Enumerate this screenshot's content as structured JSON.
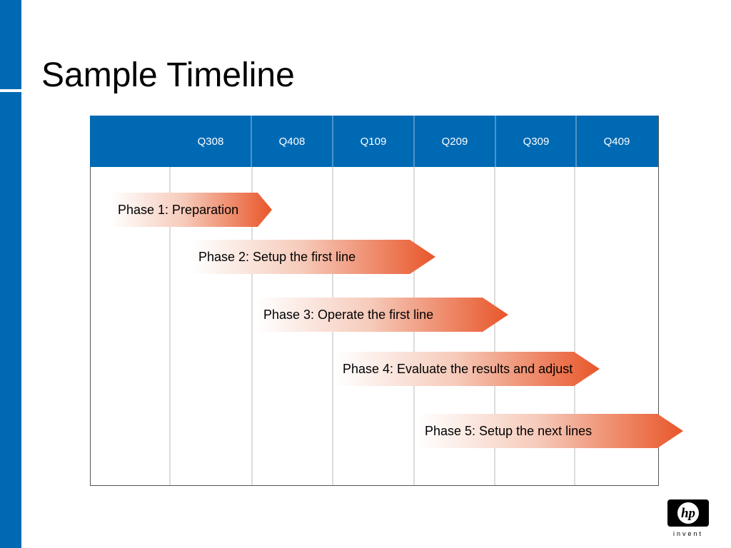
{
  "slide": {
    "title": "Sample Timeline"
  },
  "timeline": {
    "columns": [
      "Q308",
      "Q408",
      "Q109",
      "Q209",
      "Q309",
      "Q409"
    ],
    "phases": [
      {
        "label": "Phase 1: Preparation"
      },
      {
        "label": "Phase 2: Setup the first line"
      },
      {
        "label": "Phase 3: Operate the first line"
      },
      {
        "label": "Phase 4: Evaluate the results and adjust"
      },
      {
        "label": "Phase 5: Setup the next lines"
      }
    ]
  },
  "logo": {
    "mark": "hp",
    "tagline": "invent"
  },
  "colors": {
    "brand_blue": "#0069b4",
    "phase_orange": "#e8562a"
  }
}
